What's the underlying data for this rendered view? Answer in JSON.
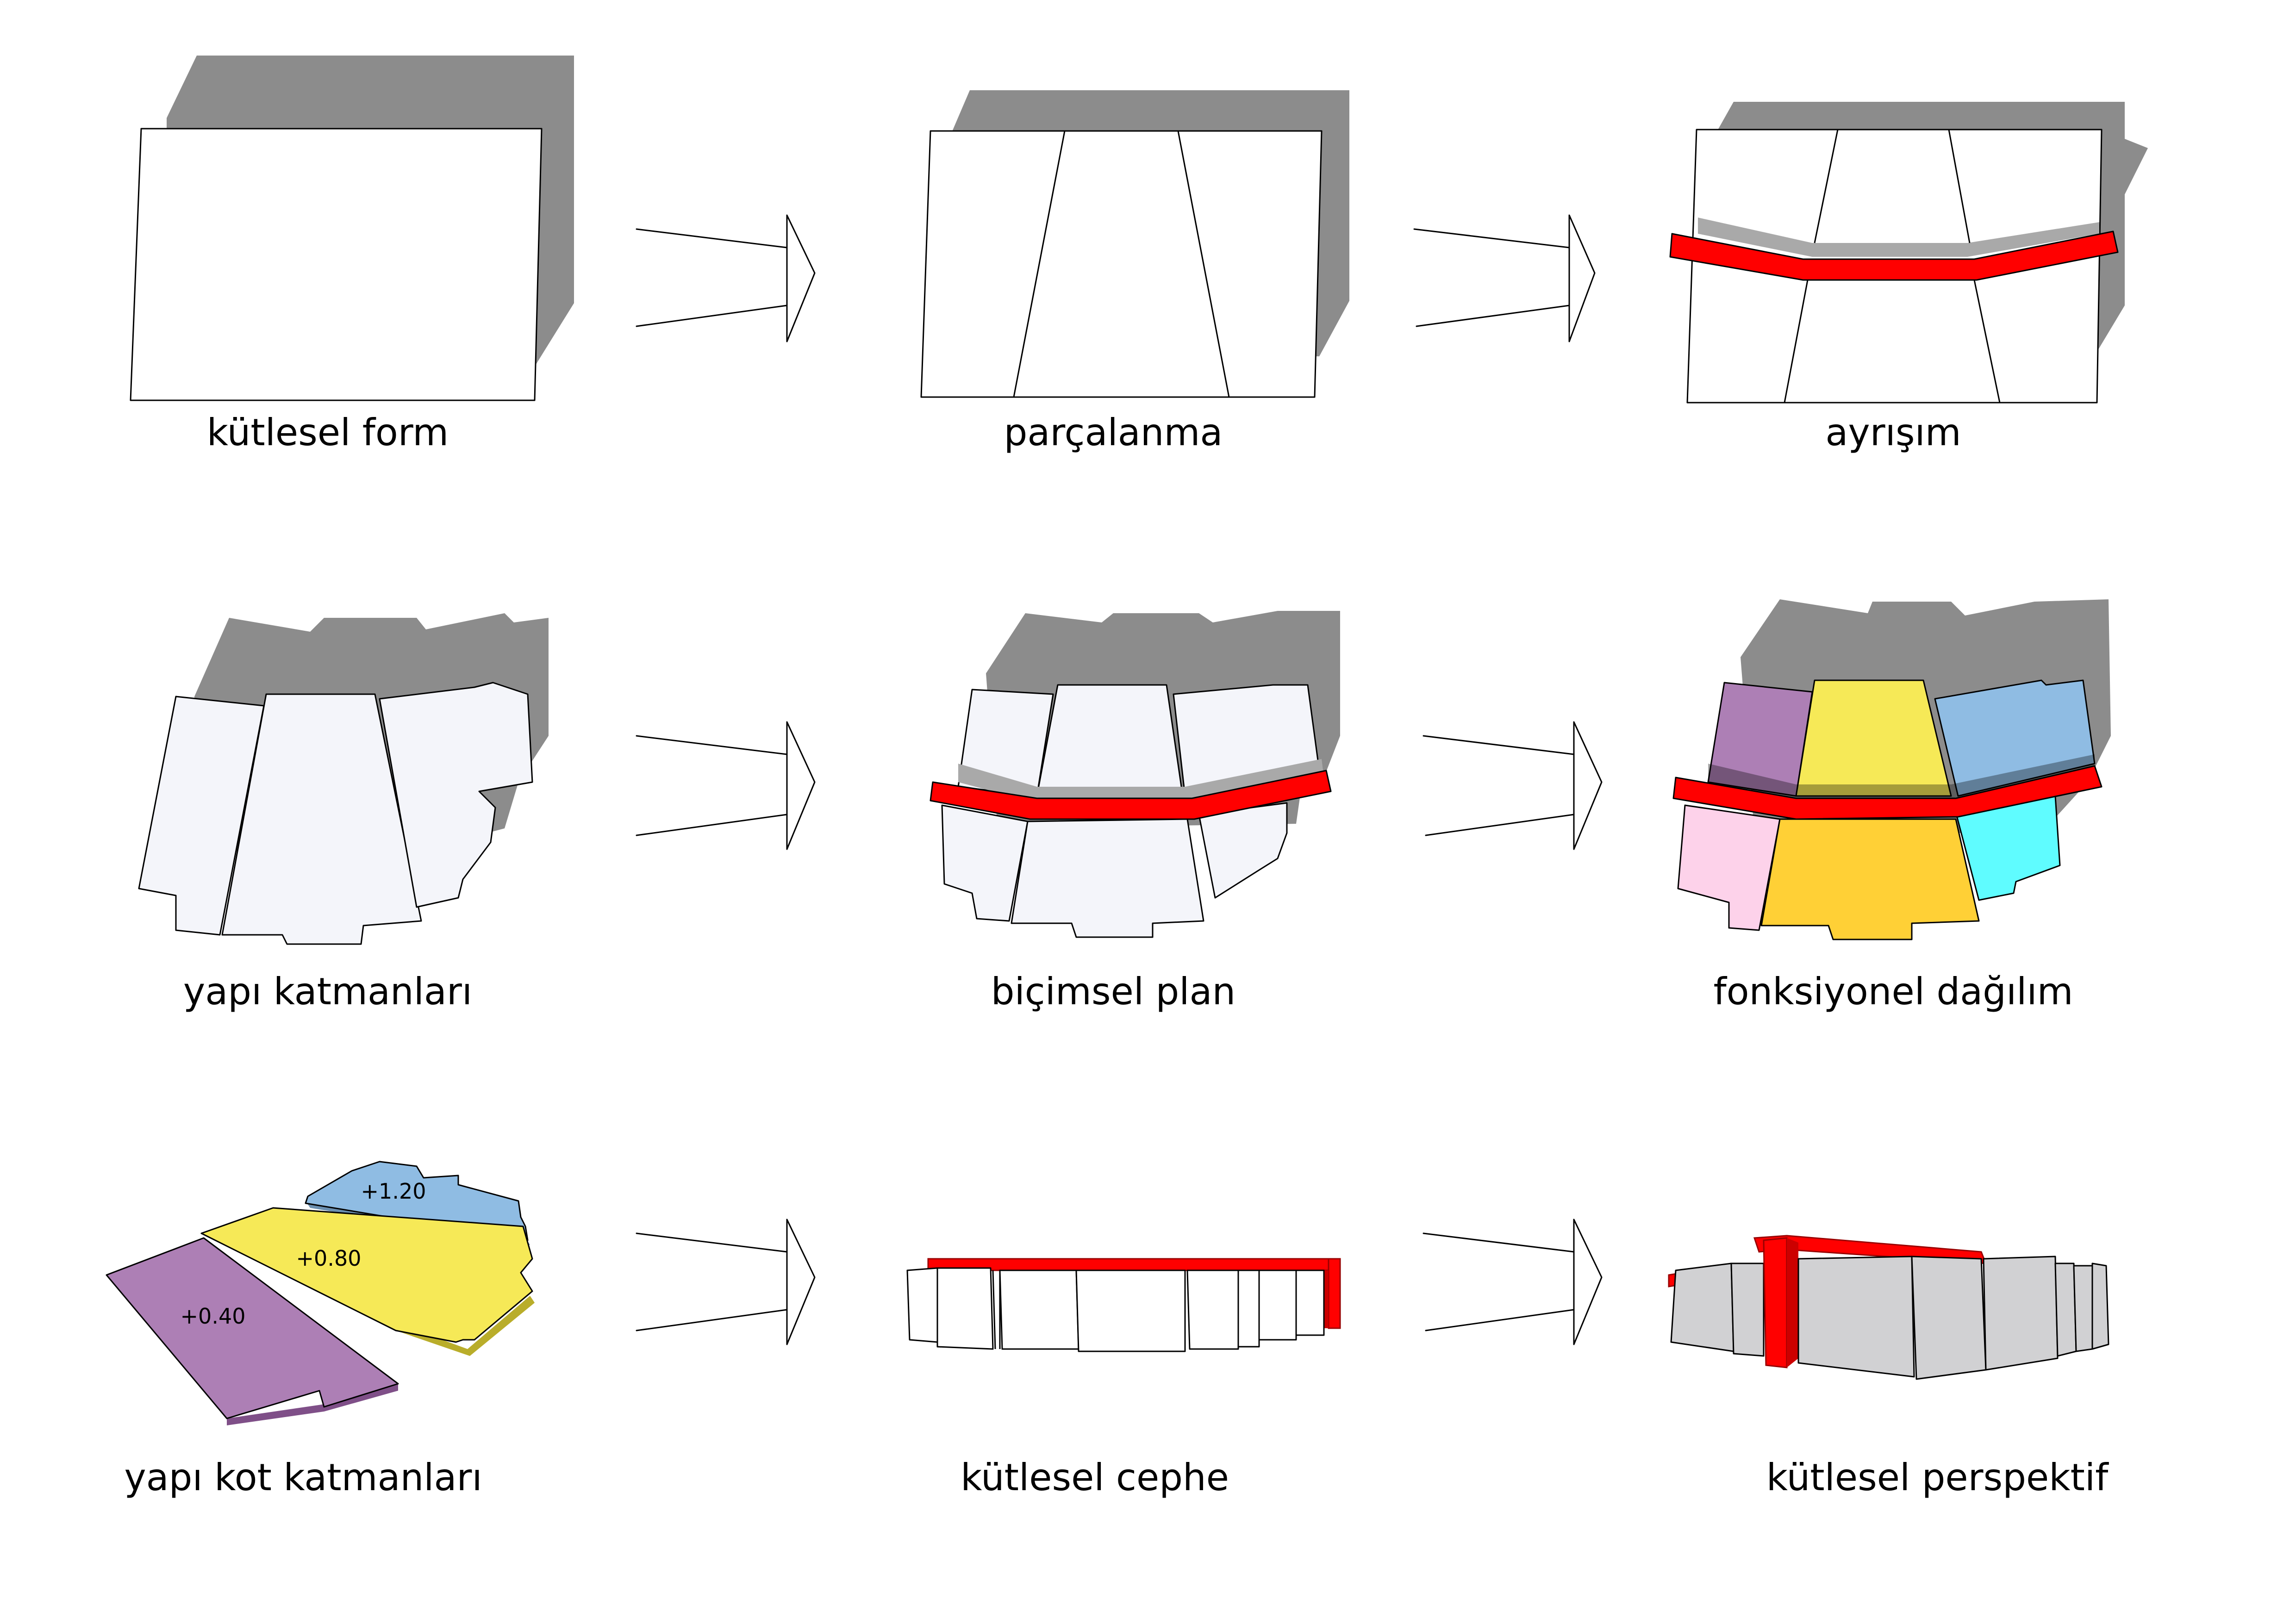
{
  "steps": [
    {
      "caption": "kütlesel form"
    },
    {
      "caption": "parçalanma"
    },
    {
      "caption": "ayrışım"
    },
    {
      "caption": "yapı katmanları"
    },
    {
      "caption": "biçimsel plan"
    },
    {
      "caption": "fonksiyonel dağılım"
    },
    {
      "caption": "yapı kot katmanları"
    },
    {
      "caption": "kütlesel cephe"
    },
    {
      "caption": "kütlesel perspektif"
    }
  ],
  "levels": {
    "purple": "+0.40",
    "yellow": "+0.80",
    "blue": "+1.20"
  },
  "colors": {
    "shadow": "#8c8c8c",
    "facade": "#ffffff",
    "plan": "#f4f5fa",
    "band": "#ff0000",
    "band_shade": "#cc0000",
    "band_gap": "#a9a9a9",
    "purple": "#ad7fb5",
    "yellow": "#f6e957",
    "blue": "#8fbce3",
    "pink": "#fdd2ea",
    "orange": "#ffd036",
    "cyan": "#5ffcff",
    "mass_grey": "#d1d1d3"
  },
  "icons": [
    "arrow-right-icon"
  ]
}
